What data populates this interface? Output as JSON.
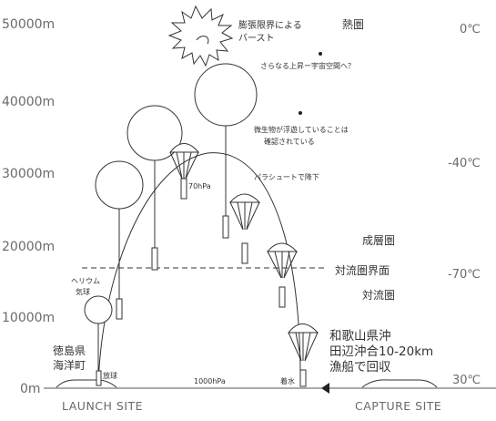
{
  "altitude_axis": [
    "50000m",
    "40000m",
    "30000m",
    "20000m",
    "10000m",
    "0m"
  ],
  "temperatures": [
    "0℃",
    "-40℃",
    "-70℃",
    "30℃"
  ],
  "regions": {
    "thermosphere": "熱圏",
    "stratosphere": "成層圏",
    "tropopause": "対流圏界面",
    "troposphere": "対流圏"
  },
  "annotations": {
    "burst_line1": "膨張限界による",
    "burst_line2": "バースト",
    "space_question": "さらなる上昇ー宇宙空間へ？",
    "microbes_line1": "微生物が浮遊していることは",
    "microbes_line2": "確認されている",
    "parachute_descent": "パラシュートで降下",
    "pressure_70": "70hPa",
    "pressure_1000": "1000hPa",
    "helium_line1": "ヘリウム",
    "helium_line2": "気球",
    "release": "放球",
    "splashdown": "着水"
  },
  "launch_location": {
    "line1": "徳島県",
    "line2": "海洋町"
  },
  "capture_location": {
    "line1": "和歌山県沖",
    "line2": "田辺沖合10-20km",
    "line3": "漁船で回収"
  },
  "sites": {
    "launch": "LAUNCH SITE",
    "capture": "CAPTURE SITE"
  }
}
